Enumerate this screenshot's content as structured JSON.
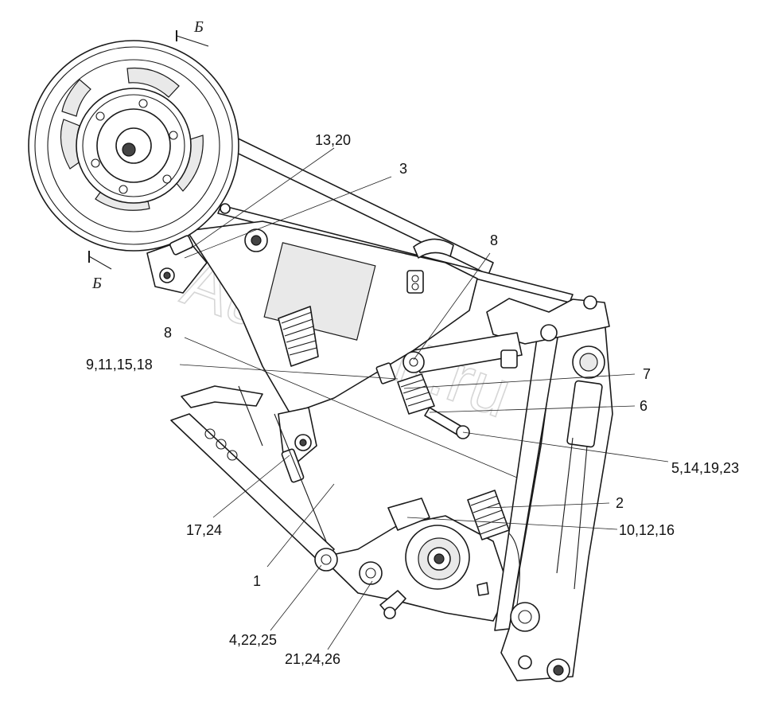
{
  "watermark": "AutoSoft.ru",
  "section_marks": {
    "top": "Б",
    "bottom": "Б"
  },
  "callouts": {
    "c1": "13,20",
    "c2": "3",
    "c3": "8",
    "c4": "8",
    "c5": "9,11,15,18",
    "c6": "7",
    "c7": "6",
    "c8": "5,14,19,23",
    "c9": "2",
    "c10": "10,12,16",
    "c11": "17,24",
    "c12": "1",
    "c13": "4,22,25",
    "c14": "21,24,26"
  }
}
